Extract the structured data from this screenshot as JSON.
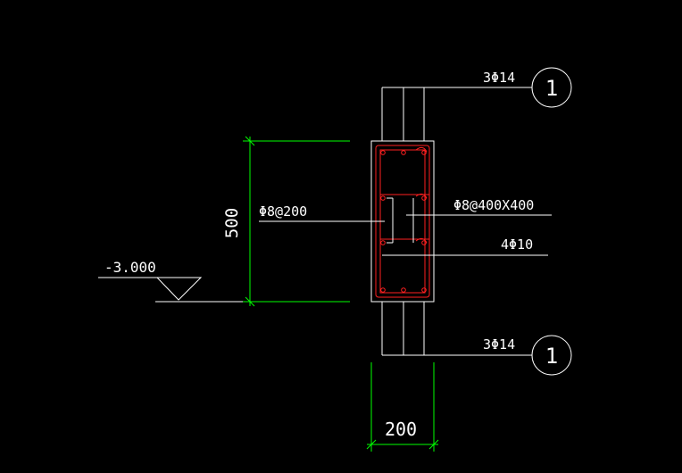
{
  "colors": {
    "background": "#000000",
    "line": "#ffffff",
    "dimension": "#00ff00",
    "rebar": "#ff2020"
  },
  "labels": {
    "top_bars": "3Φ14",
    "bottom_bars": "3Φ14",
    "stirrup": "Φ8@200",
    "tie_bars": "Φ8@400X400",
    "middle_bars": "4Φ10",
    "elevation": "-3.000"
  },
  "bubbles": {
    "top": "1",
    "bottom": "1"
  },
  "dimensions": {
    "height": "500",
    "width": "200"
  }
}
